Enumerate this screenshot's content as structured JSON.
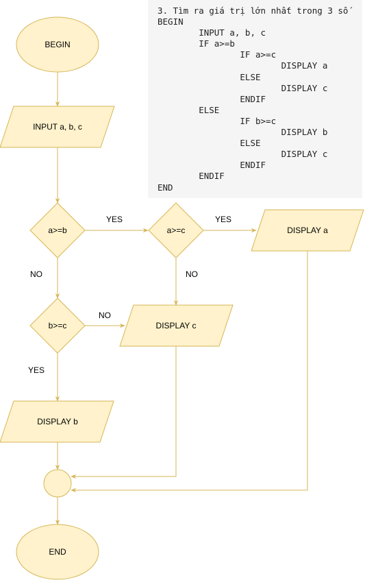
{
  "code": {
    "lines": [
      "3. Tìm ra giá trị lớn nhất trong 3 số",
      "BEGIN",
      "        INPUT a, b, c",
      "        IF a>=b",
      "                IF a>=c",
      "                        DISPLAY a",
      "                ELSE",
      "                        DISPLAY c",
      "                ENDIF",
      "        ELSE",
      "                IF b>=c",
      "                        DISPLAY b",
      "                ELSE",
      "                        DISPLAY c",
      "                ENDIF",
      "        ENDIF",
      "END"
    ]
  },
  "flowchart": {
    "begin": "BEGIN",
    "input": "INPUT a, b, c",
    "cond_ab": "a>=b",
    "cond_ac": "a>=c",
    "cond_bc": "b>=c",
    "display_a": "DISPLAY a",
    "display_b": "DISPLAY b",
    "display_c": "DISPLAY c",
    "end": "END",
    "labels": {
      "ab_yes": "YES",
      "ab_no": "NO",
      "ac_yes": "YES",
      "ac_no": "NO",
      "bc_yes": "YES",
      "bc_no": "NO"
    }
  },
  "colors": {
    "node_fill": "#fff2cc",
    "node_stroke": "#d6b656",
    "code_background": "#f5f5f5"
  }
}
